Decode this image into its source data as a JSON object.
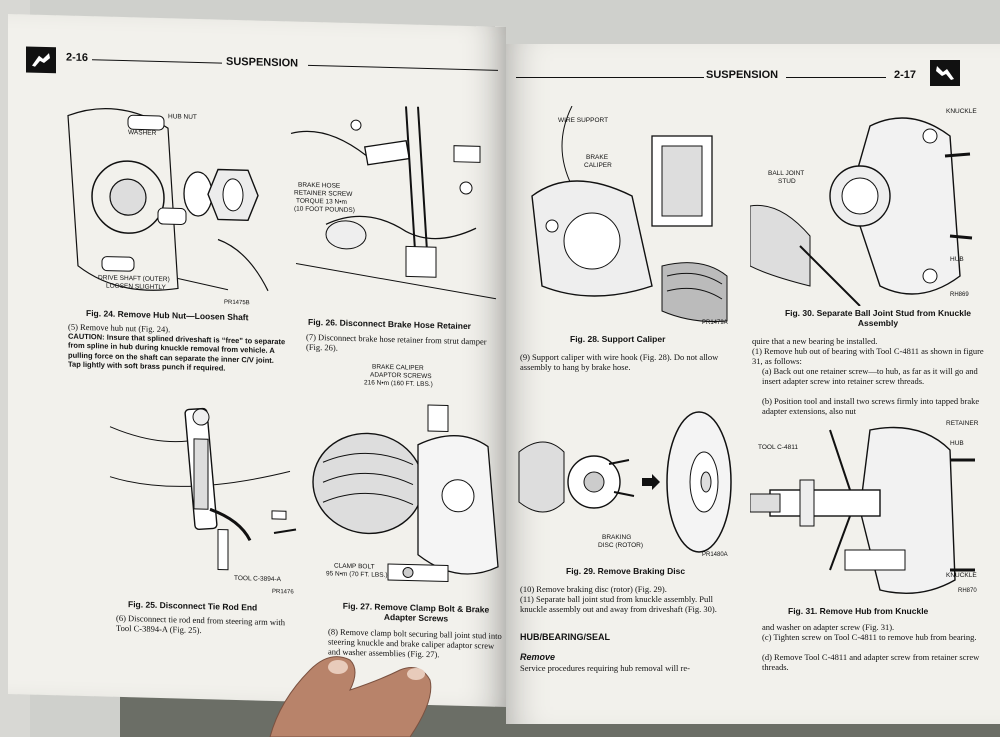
{
  "left_page": {
    "page_number": "2-16",
    "section_title": "SUSPENSION",
    "fig24": {
      "caption": "Fig. 24.   Remove Hub Nut—Loosen Shaft",
      "labels": [
        "HUB NUT",
        "WASHER",
        "DRIVE SHAFT (OUTER)",
        "LOOSEN SLIGHTLY"
      ],
      "code": "PR1475B"
    },
    "fig26": {
      "caption": "Fig. 26.   Disconnect Brake Hose Retainer",
      "labels": [
        "BRAKE HOSE",
        "RETAINER SCREW",
        "TORQUE 13 N•m",
        "(10 FOOT POUNDS)"
      ]
    },
    "fig25": {
      "caption": "Fig. 25.   Disconnect Tie Rod End",
      "labels": [
        "TOOL C-3894-A"
      ],
      "code": "PR1476"
    },
    "fig27": {
      "caption": "Fig. 27.   Remove Clamp Bolt & Brake Adapter Screws",
      "labels": [
        "BRAKE CALIPER",
        "ADAPTOR SCREWS",
        "216 N•m (160 FT. LBS.)",
        "CLAMP BOLT",
        "95 N•m (70 FT. LBS.)"
      ]
    },
    "text_a": "(5)  Remove hub nut (Fig. 24).",
    "caution": "CAUTION: Insure that splined driveshaft is “free” to separate from spline in hub during knuckle removal from vehicle. A pulling force on the shaft can separate the inner C/V joint. Tap lightly with soft brass punch if required.",
    "text_b": "(7)  Disconnect brake hose retainer from strut damper (Fig. 26).",
    "text_c": "(6)  Disconnect tie rod end from steering arm with Tool C-3894-A (Fig. 25).",
    "text_d": "(8)  Remove clamp bolt securing ball joint stud into steering knuckle and brake caliper adaptor screw and washer assemblies (Fig. 27)."
  },
  "right_page": {
    "page_number": "2-17",
    "section_title": "SUSPENSION",
    "fig28": {
      "caption": "Fig. 28.   Support Caliper",
      "labels": [
        "WIRE SUPPORT",
        "BRAKE",
        "CALIPER"
      ],
      "code": "PR1479A"
    },
    "fig30": {
      "caption": "Fig. 30.   Separate Ball Joint Stud from Knuckle Assembly",
      "labels": [
        "KNUCKLE",
        "BALL JOINT",
        "STUD",
        "HUB"
      ],
      "code": "RH869"
    },
    "fig29": {
      "caption": "Fig. 29.   Remove Braking Disc",
      "labels": [
        "BRAKING",
        "DISC (ROTOR)"
      ],
      "code": "PR1480A"
    },
    "fig31": {
      "caption": "Fig. 31.   Remove Hub from Knuckle",
      "labels": [
        "RETAINER",
        "HUB",
        "TOOL C-4811",
        "KNUCKLE"
      ],
      "code": "RH870"
    },
    "text_9": "(9)  Support caliper with wire hook (Fig. 28). Do not allow assembly to hang by brake hose.",
    "text_10": "(10)  Remove braking disc (rotor) (Fig. 29).",
    "text_11": "(11)  Separate ball joint stud from knuckle assembly. Pull knuckle assembly out and away from driveshaft (Fig. 30).",
    "section_hub": "HUB/BEARING/SEAL",
    "sub_remove": "Remove",
    "text_service": "Service procedures requiring hub removal will re-",
    "text_r1": "quire that a new bearing be installed.",
    "text_r2": "(1)  Remove hub out of bearing with Tool C-4811 as shown in figure 31, as follows:",
    "text_r3": "(a)  Back out one retainer screw—to hub, as far as it will go and insert adapter screw into retainer screw threads.",
    "text_r4": "(b)  Position tool and install two screws firmly into tapped brake adapter extensions, also nut",
    "text_r5": "and washer on adapter screw (Fig. 31).",
    "text_r6": "(c)  Tighten screw on Tool C-4811 to remove hub from bearing.",
    "text_r7": "(d)  Remove Tool C-4811 and adapter screw from retainer screw threads."
  }
}
